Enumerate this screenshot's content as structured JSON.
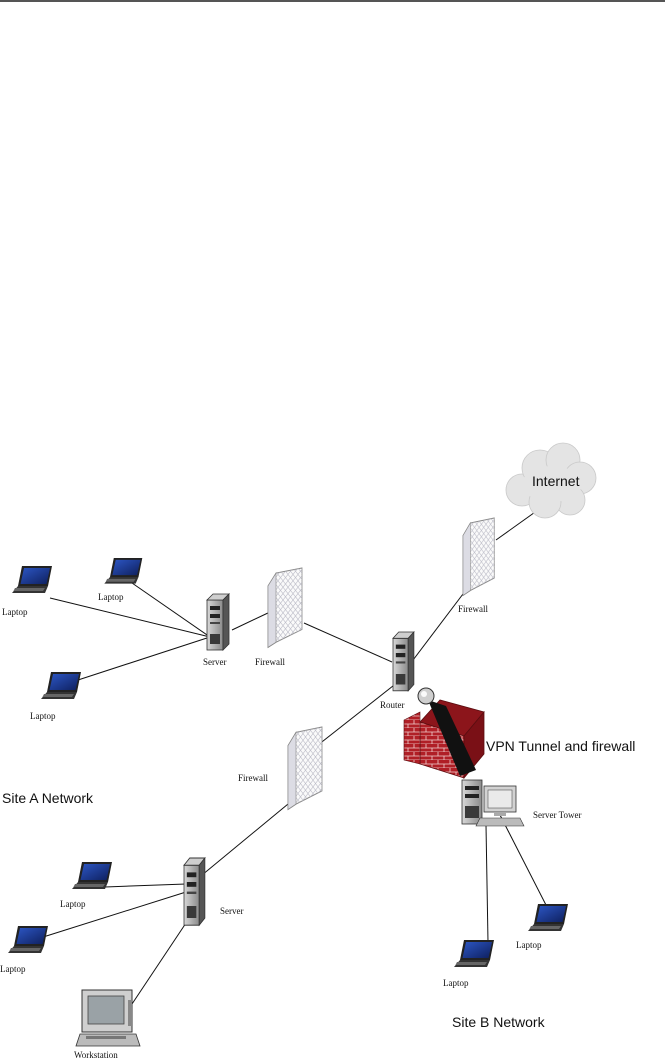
{
  "labels": {
    "internet": "Internet",
    "firewall_internet": "Firewall",
    "firewall_site_a_top": "Firewall",
    "firewall_site_a_bottom": "Firewall",
    "router": "Router",
    "server_top": "Server",
    "server_bottom": "Server",
    "laptop_a1": "Laptop",
    "laptop_a2": "Laptop",
    "laptop_a3": "Laptop",
    "laptop_a4": "Laptop",
    "laptop_a5": "Laptop",
    "workstation": "Workstation",
    "vpn": "VPN Tunnel and firewall",
    "server_tower": "Server Tower",
    "laptop_b1": "Laptop",
    "laptop_b2": "Laptop",
    "site_a": "Site A Network",
    "site_b": "Site B Network"
  },
  "icons": [
    "cloud-icon",
    "firewall-icon",
    "server-icon",
    "router-icon",
    "laptop-icon",
    "workstation-icon",
    "vpn-brick-wall-icon",
    "server-tower-icon"
  ],
  "colors": {
    "vpn_wall": "#b01f26",
    "laptop_screen": "#1a3a8a",
    "firewall": "#e9e9ef",
    "cloud": "#e2e2e2"
  }
}
